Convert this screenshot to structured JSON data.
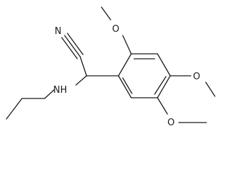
{
  "structure": {
    "atoms": {
      "nitrile_n": "N",
      "amine_nh": "NH",
      "methoxy_top_o": "O",
      "methoxy_right_o": "O",
      "methoxy_bottom_o": "O"
    }
  }
}
